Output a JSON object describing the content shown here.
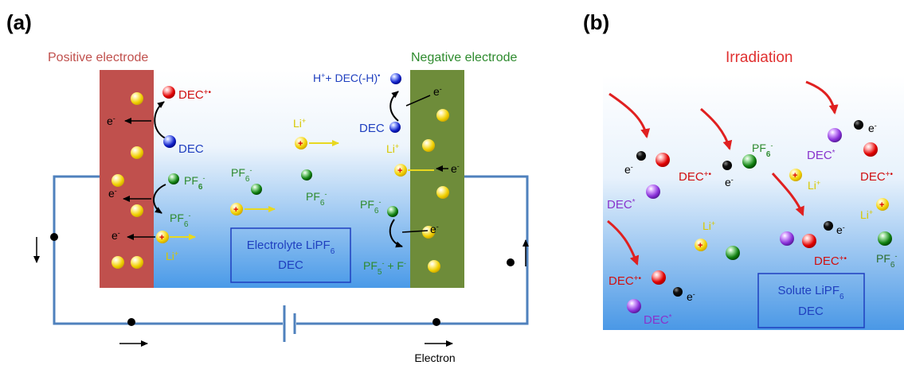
{
  "panel_a": {
    "label": "(a)",
    "positive_electrode": "Positive electrode",
    "negative_electrode": "Negative electrode",
    "electrolyte_box": {
      "line1": "Electrolyte LiPF",
      "line1_sub": "6",
      "line2": "DEC"
    },
    "electron_label": "Electron",
    "labels": {
      "e": "e",
      "minus": "-",
      "plus": "+",
      "dec_radical_cation": "DEC",
      "dec_radical_cation_sup": "+•",
      "dec": "DEC",
      "pf6": "PF",
      "pf6_sub": "6",
      "pf6_sup": "-",
      "li": "Li",
      "li_sup": "+",
      "h_plus": "H",
      "h_plus_sup": "+",
      "dec_minus_h": "+ DEC(-H)",
      "dec_minus_h_sup": "•",
      "pf5_f": "PF",
      "pf5_sub": "5",
      "pf5_sup": "-",
      "pf5_tail": " + F",
      "f_sup": "-"
    },
    "colors": {
      "positive": "#c0504d",
      "negative": "#6e8c3a",
      "wire": "#4f81bd"
    }
  },
  "panel_b": {
    "label": "(b)",
    "irradiation": "Irradiation",
    "solute_box": {
      "line1": "Solute LiPF",
      "line1_sub": "6",
      "line2": "DEC"
    },
    "labels": {
      "e": "e",
      "minus": "-",
      "plus": "+",
      "dec": "DEC",
      "dec_star": "*",
      "dec_cation_sup": "+•",
      "pf6": "PF",
      "pf6_sub": "6",
      "pf6_sup": "-",
      "li": "Li",
      "li_sup": "+"
    },
    "colors": {
      "irradiation": "#e03030",
      "dec_excited": "#8833cc"
    }
  }
}
